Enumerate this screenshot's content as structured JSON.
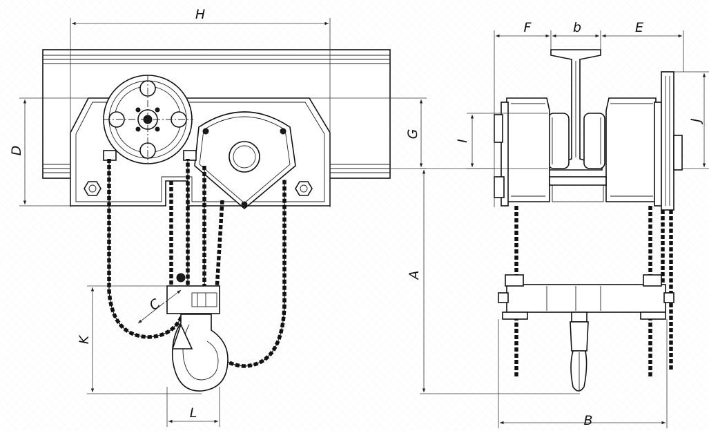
{
  "labels": {
    "H": "H",
    "D": "D",
    "G": "G",
    "I": "I",
    "C": "C",
    "K": "K",
    "L": "L",
    "F": "F",
    "b": "b",
    "E": "E",
    "J": "J",
    "A": "A",
    "B": "B"
  },
  "colors": {
    "line": "#111111",
    "paper": "#ffffff"
  }
}
